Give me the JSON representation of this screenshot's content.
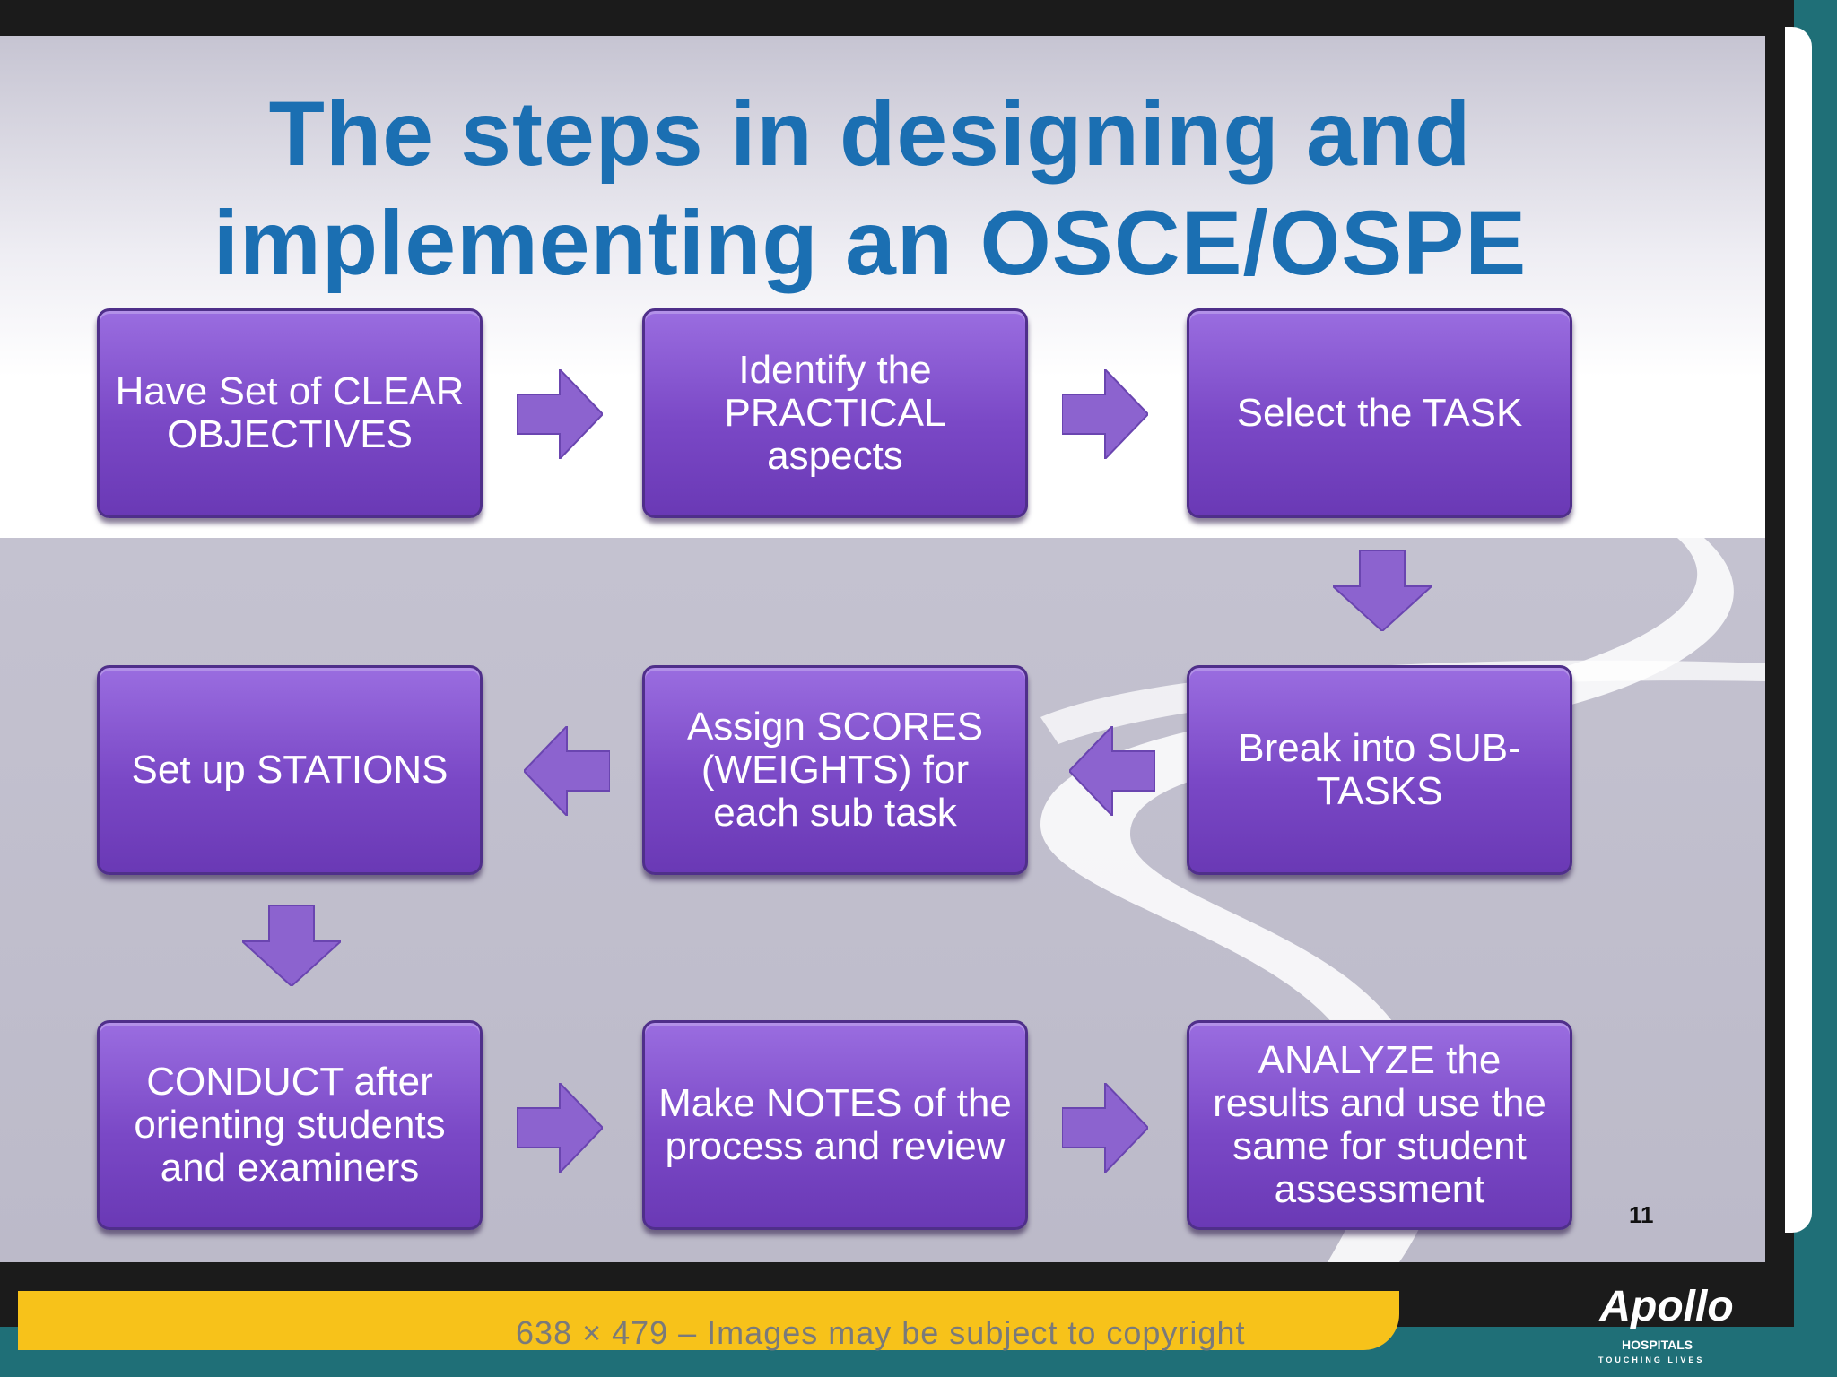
{
  "title": {
    "line1": "The steps in designing and",
    "line2": "implementing an OSCE/OSPE"
  },
  "steps": [
    {
      "id": "objectives",
      "text": "Have Set of CLEAR OBJECTIVES"
    },
    {
      "id": "practical",
      "text": "Identify the PRACTICAL aspects"
    },
    {
      "id": "task",
      "text": "Select  the TASK"
    },
    {
      "id": "subtasks",
      "text": "Break into SUB-TASKS"
    },
    {
      "id": "scores",
      "text": "Assign SCORES (WEIGHTS) for each sub task"
    },
    {
      "id": "stations",
      "text": "Set up STATIONS"
    },
    {
      "id": "conduct",
      "text": "CONDUCT  after orienting students and examiners"
    },
    {
      "id": "notes",
      "text": "Make NOTES of the process and review"
    },
    {
      "id": "analyze",
      "text": "ANALYZE the results and use the same for student assessment"
    }
  ],
  "slide_number": "11",
  "caption": "638 × 479 – Images may be subject to copyright",
  "logo": {
    "brand": "Apollo",
    "line1": "HOSPITALS",
    "line2": "TOUCHING LIVES"
  },
  "colors": {
    "title": "#1b6fb2",
    "box_top": "#9a6de0",
    "box_bottom": "#6a39b5",
    "arrow": "#8c63cf",
    "frame": "#1f6f77",
    "banner": "#f7c21a"
  }
}
